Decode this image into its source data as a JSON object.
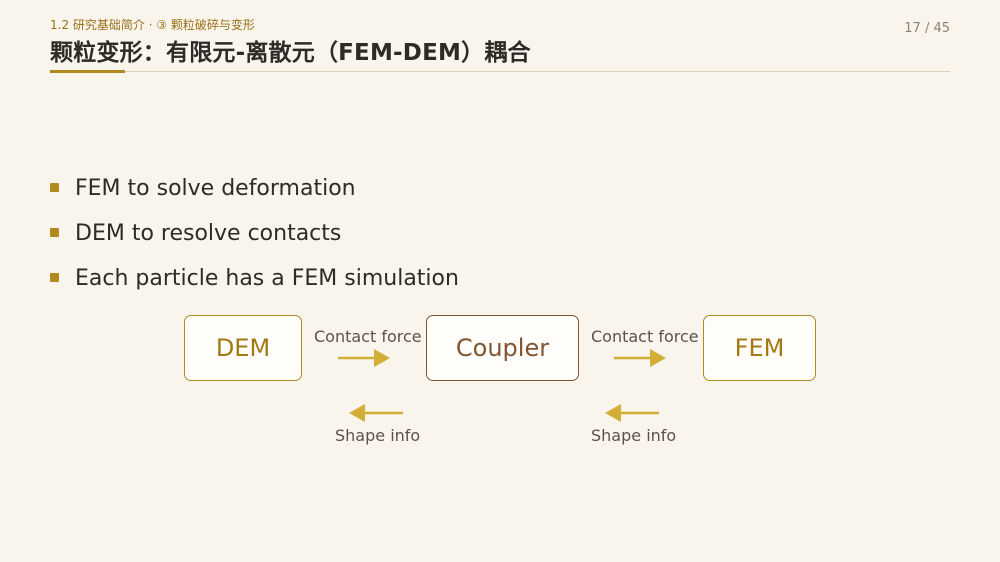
{
  "header": {
    "breadcrumb": "1.2 研究基础简介 · ③ 颗粒破碎与变形",
    "page_number": "17 / 45",
    "title": "颗粒变形：有限元-离散元（FEM-DEM）耦合"
  },
  "bullets": [
    "FEM to solve deformation",
    "DEM to resolve contacts",
    "Each particle has a FEM simulation"
  ],
  "diagram": {
    "nodes": {
      "dem": "DEM",
      "coupler": "Coupler",
      "fem": "FEM"
    },
    "edges": {
      "contact_force_left": "Contact force",
      "contact_force_right": "Contact force",
      "shape_info_left": "Shape info",
      "shape_info_right": "Shape info"
    }
  },
  "colors": {
    "accent_gold": "#b08a1e",
    "coupler_brown": "#7f5533",
    "arrow_gold": "#d4af37",
    "background": "#f9f5ed"
  }
}
